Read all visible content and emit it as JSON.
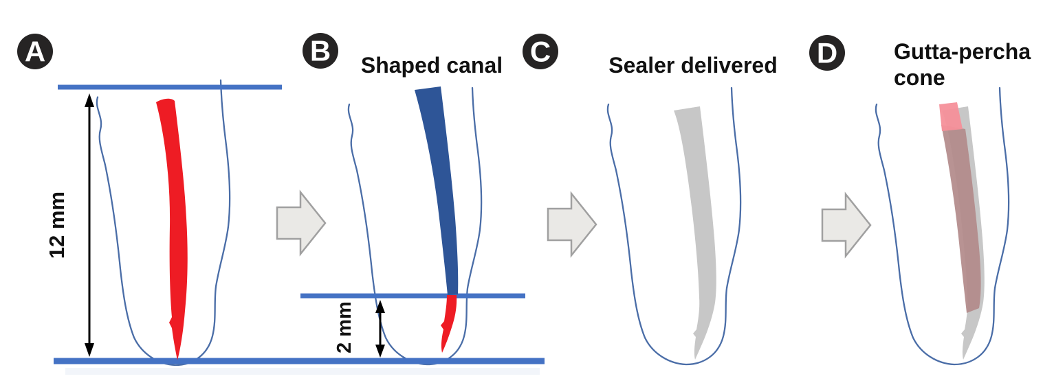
{
  "panels": [
    {
      "label": "A",
      "measurement": "12 mm"
    },
    {
      "label": "B",
      "title": "Shaped canal",
      "measurement": "2 mm"
    },
    {
      "label": "C",
      "title": "Sealer delivered"
    },
    {
      "label": "D",
      "title_line1": "Gutta-percha",
      "title_line2": "cone"
    }
  ],
  "colors": {
    "badge_bg": "#262424",
    "badge_text": "#ffffff",
    "ruler_blue": "#4472c4",
    "tooth_outline_blue": "#4a6da7",
    "canal_red": "#ee1c24",
    "shaped_canal_blue": "#2e5597",
    "sealer_gray": "#c7c7c7",
    "sealer_tail_gray": "#ababa8",
    "gutta_percha_pink": "#f5909a",
    "gutta_percha_seated": "#b28a8a",
    "block_arrow_fill": "#eae9e6",
    "block_arrow_stroke": "#a0a0a0",
    "measure_black": "#000000",
    "title_text": "#111111",
    "line_shadow": "#e8edf5"
  }
}
